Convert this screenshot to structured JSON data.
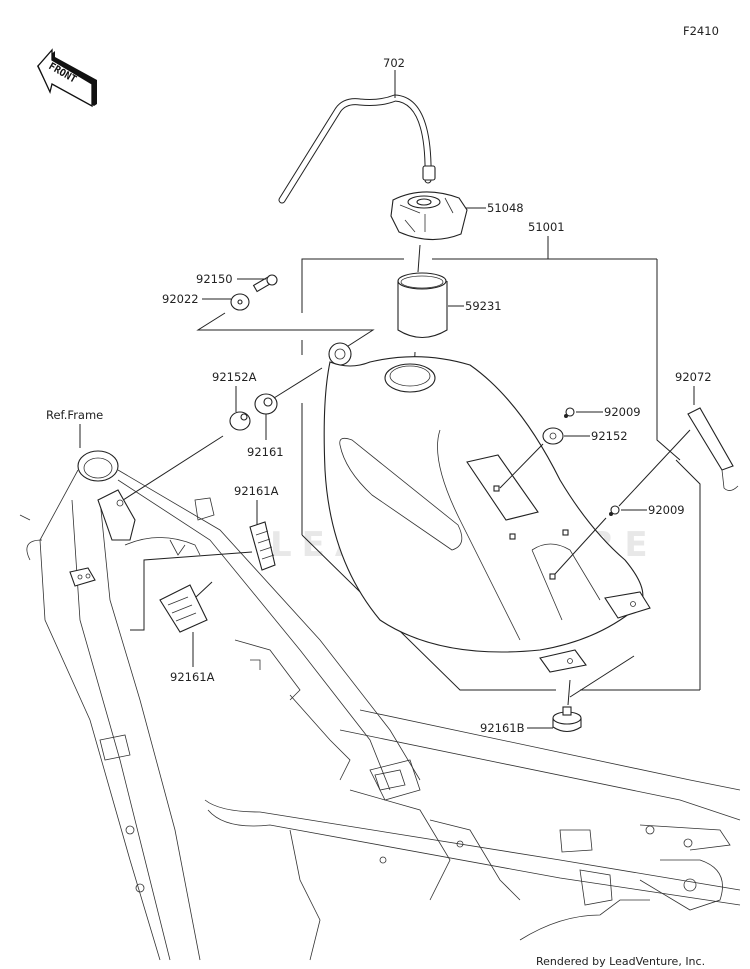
{
  "diagram": {
    "code": "F2410",
    "front_label": "FRONT",
    "watermark": "LEADVENTURE",
    "credit": "Rendered by LeadVenture, Inc.",
    "ref_label": "Ref.Frame",
    "parts": [
      {
        "id": "702",
        "name": "breather-hose"
      },
      {
        "id": "51048",
        "name": "fuel-cap"
      },
      {
        "id": "51001",
        "name": "fuel-tank-assembly"
      },
      {
        "id": "59231",
        "name": "fuel-filter-strainer"
      },
      {
        "id": "92150",
        "name": "bolt"
      },
      {
        "id": "92022",
        "name": "washer"
      },
      {
        "id": "92152A",
        "name": "collar"
      },
      {
        "id": "92161",
        "name": "damper"
      },
      {
        "id": "92161A",
        "name": "damper-pad-upper"
      },
      {
        "id": "92161A",
        "name": "damper-pad-lower"
      },
      {
        "id": "92009",
        "name": "screw-upper"
      },
      {
        "id": "92152",
        "name": "collar-upper"
      },
      {
        "id": "92009",
        "name": "screw-lower"
      },
      {
        "id": "92072",
        "name": "band"
      },
      {
        "id": "92161B",
        "name": "damper-rear"
      }
    ]
  }
}
